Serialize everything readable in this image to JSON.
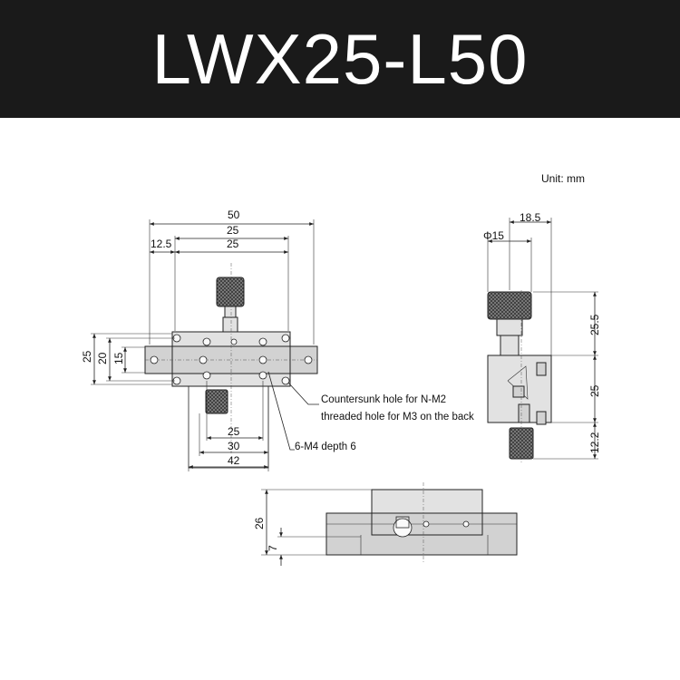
{
  "header": {
    "title": "LWX25-L50"
  },
  "unit_label": "Unit: mm",
  "top_view": {
    "dim_50": "50",
    "dim_25_upper": "25",
    "dim_12_5": "12.5",
    "dim_25_lower": "25",
    "dim_25_left_outer": "25",
    "dim_20_left": "20",
    "dim_15_left": "15",
    "dim_25_bottom": "25",
    "dim_30_bottom": "30",
    "dim_42_bottom": "42",
    "note_countersunk_1": "Countersunk hole for N-M2",
    "note_countersunk_2": "threaded hole for M3 on the back",
    "note_m4": "6-M4 depth 6"
  },
  "side_view": {
    "dim_18_5": "18.5",
    "dim_phi15": "Φ15",
    "dim_25_5": "25.5",
    "dim_25": "25",
    "dim_12_2": "12.2"
  },
  "front_view": {
    "dim_26": "26",
    "dim_7": "7"
  },
  "colors": {
    "header_bg": "#1a1a1a",
    "header_text": "#ffffff",
    "line": "#222222"
  }
}
